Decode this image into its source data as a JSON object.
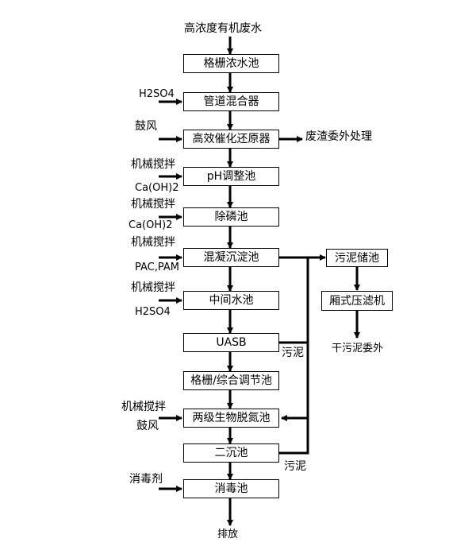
{
  "flow": {
    "source": "高浓度有机废水",
    "outlet": "排放",
    "steps": [
      {
        "label": "格栅浓水池"
      },
      {
        "label": "管道混合器"
      },
      {
        "label": "高效催化还原器"
      },
      {
        "label": "pH调整池"
      },
      {
        "label": "除磷池"
      },
      {
        "label": "混凝沉淀池"
      },
      {
        "label": "中间水池"
      },
      {
        "label": "UASB"
      },
      {
        "label": "格栅/综合调节池"
      },
      {
        "label": "两级生物脱氮池"
      },
      {
        "label": "二沉池"
      },
      {
        "label": "消毒池"
      }
    ]
  },
  "inputs": {
    "h2so4_1": "H2SO4",
    "blower_1": "鼓风",
    "mixer_1": "机械搅拌",
    "caoh2_1": "Ca(OH)2",
    "mixer_2": "机械搅拌",
    "caoh2_2": "Ca(OH)2",
    "mixer_3": "机械搅拌",
    "pac_pam": "PAC,PAM",
    "mixer_4": "机械搅拌",
    "h2so4_2": "H2SO4",
    "mixer_5": "机械搅拌",
    "blower_2": "鼓风",
    "disinfectant": "消毒剂"
  },
  "waste_residue": "废渣委外处理",
  "sludge_line": {
    "storage": "污泥储池",
    "press": "厢式压滤机",
    "dry_sludge": "干污泥委外",
    "label_1": "污泥",
    "label_2": "污泥"
  }
}
